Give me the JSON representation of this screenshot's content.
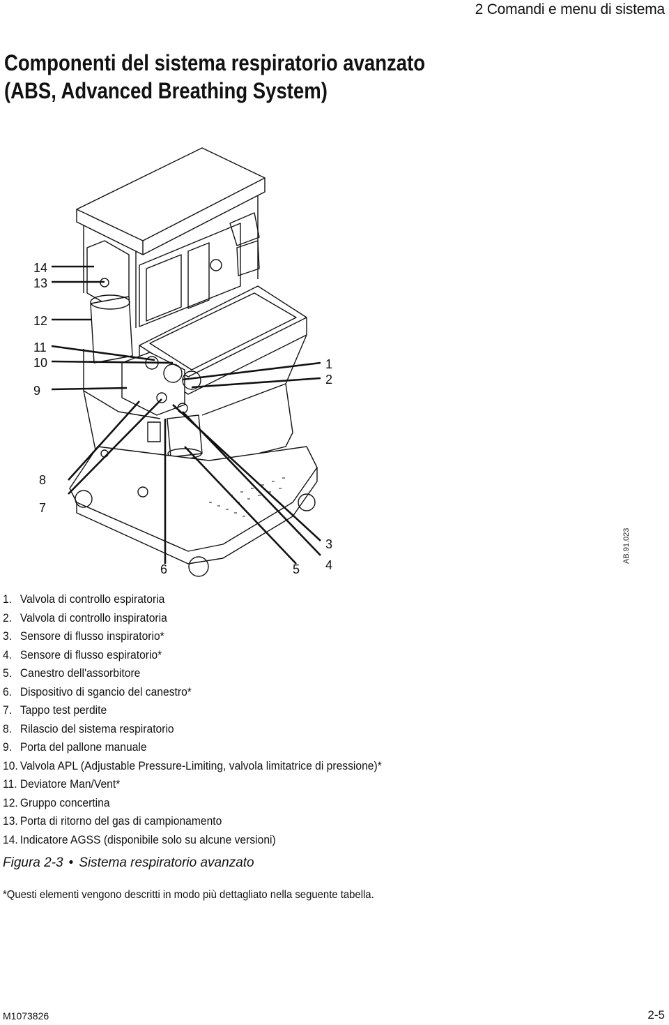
{
  "header": {
    "section": "2 Comandi e menu di sistema"
  },
  "title": {
    "line1": "Componenti del sistema respiratorio avanzato",
    "line2": "(ABS, Advanced Breathing System)"
  },
  "figure": {
    "callouts": [
      "14",
      "13",
      "12",
      "11",
      "10",
      "9",
      "1",
      "2",
      "8",
      "7",
      "6",
      "5",
      "3",
      "4"
    ],
    "code": "AB.91.023"
  },
  "legend": [
    {
      "num": "1.",
      "text": "Valvola di controllo espiratoria"
    },
    {
      "num": "2.",
      "text": "Valvola di controllo inspiratoria"
    },
    {
      "num": "3.",
      "text": "Sensore di flusso inspiratorio*"
    },
    {
      "num": "4.",
      "text": "Sensore di flusso espiratorio*"
    },
    {
      "num": "5.",
      "text": "Canestro dell'assorbitore"
    },
    {
      "num": "6.",
      "text": "Dispositivo di sgancio del canestro*"
    },
    {
      "num": "7.",
      "text": "Tappo test perdite"
    },
    {
      "num": "8.",
      "text": "Rilascio del sistema respiratorio"
    },
    {
      "num": "9.",
      "text": "Porta del pallone manuale"
    },
    {
      "num": "10.",
      "text": "Valvola APL (Adjustable Pressure-Limiting, valvola limitatrice di pressione)*"
    },
    {
      "num": "11.",
      "text": "Deviatore Man/Vent*"
    },
    {
      "num": "12.",
      "text": "Gruppo concertina"
    },
    {
      "num": "13.",
      "text": "Porta di ritorno del gas di campionamento"
    },
    {
      "num": "14.",
      "text": "Indicatore AGSS (disponibile solo su alcune versioni)"
    }
  ],
  "caption": {
    "label": "Figura 2-3",
    "bullet": "•",
    "text": "Sistema respiratorio avanzato"
  },
  "footnote": "*Questi elementi vengono descritti in modo più dettagliato nella seguente tabella.",
  "footer": {
    "doc_id": "M1073826",
    "page": "2-5"
  }
}
